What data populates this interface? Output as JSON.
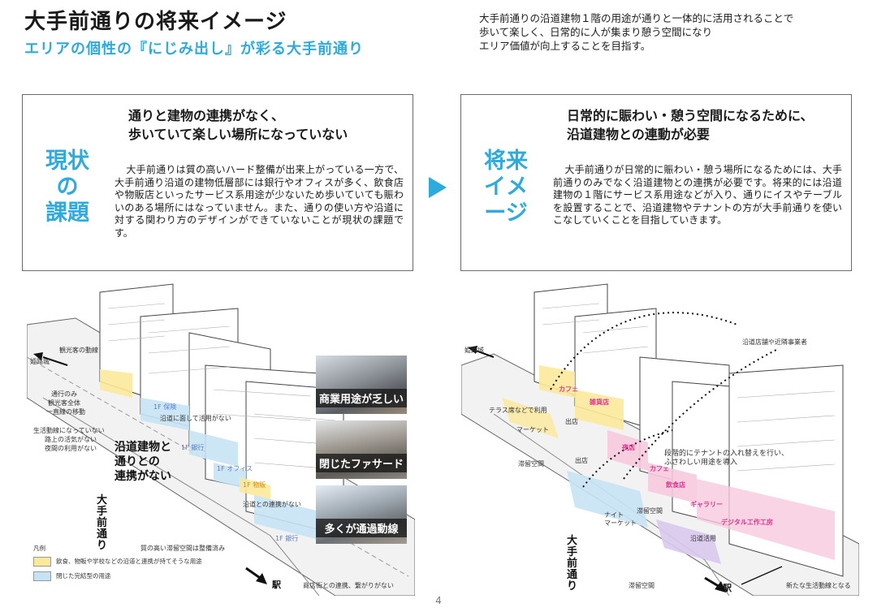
{
  "header": {
    "title": "大手前通りの将来イメージ",
    "subtitle": "エリアの個性の『にじみ出し』が彩る大手前通り",
    "intro_lines": [
      "大手前通りの沿道建物１階の用途が通りと一体的に活用されることで",
      "歩いて楽しく、日常的に人が集まり憩う空間になり",
      "エリア価値が向上することを目指す。"
    ]
  },
  "current": {
    "label_lines": [
      "現状",
      "の",
      "課題"
    ],
    "heading_lines": [
      "通りと建物の連携がなく、",
      "歩いていて楽しい場所になっていない"
    ],
    "body": "大手前通りは質の高いハード整備が出来上がっている一方で、大手前通り沿道の建物低層部には銀行やオフィスが多く、飲食店や物販店といったサービス系用途が少ないため歩いていても賑わいのある場所にはなっていません。また、通りの使い方や沿道に対する関わり方のデザインができていないことが現状の課題です。"
  },
  "future": {
    "label_lines": [
      "将来",
      "イメ",
      "ージ"
    ],
    "heading_lines": [
      "日常的に賑わい・憩う空間になるために、",
      "沿道建物との連動が必要"
    ],
    "body": "大手前通りが日常的に賑わい・憩う場所になるためには、大手前通りのみでなく沿道建物との連携が必要です。将来的には沿道建物の１階にサービス系用途などが入り、通りにイスやテーブルを設置することで、沿道建物やテナントの方が大手前通りを使いこなしていくことを目指していきます。"
  },
  "left_sketch": {
    "labels": {
      "himeji": "姫路城",
      "tourist_flow": "観光客の動線",
      "only_passing": "通行のみ",
      "tourists_all": "観光客全体",
      "one_way": "一直線の移動",
      "no_life_flow": "生活動線になっていない",
      "no_pleasure": "路上の活気がない",
      "no_night": "夜間の利用がない",
      "main_callout": "沿道建物と\n通りとの\n連携がない",
      "street_name": "大\n手\n前\n通\nり",
      "f1_insurance": "1F 保険",
      "no_relation": "沿道に面して活用がない",
      "f1_bank_a": "1F 銀行",
      "f1_office": "1F オフィス",
      "f1_shop": "1F 物販",
      "no_connection": "沿道との連携がない",
      "f1_bank_b": "1F 銀行",
      "stay_space": "質の高い滞留空間は整備済み",
      "station": "駅",
      "shopping_street": "商店街との連携、繋がりがない"
    },
    "photos": [
      {
        "caption": "商業用途が乏しい"
      },
      {
        "caption": "閉じたファサード"
      },
      {
        "caption": "多くが通過動線"
      }
    ],
    "legend": {
      "title": "凡例",
      "yellow": "飲食、物販や学校などの沿道と連携が持てそうな用途",
      "blue": "閉じた完結型の用途"
    }
  },
  "right_sketch": {
    "labels": {
      "himeji": "姫路城",
      "vendors": "沿道店舗や近隣事業者",
      "cafe_a": "カフェ",
      "open_air": "テラス席などで利用",
      "market_a": "マーケット",
      "yomise": "夜店",
      "shared_space": "滞留空間",
      "night_market": "ナイト\nマーケット",
      "exit_a": "出店",
      "exit_b": "出店",
      "zakka": "雑貨店",
      "cafe_b": "カフェ",
      "restaurant": "飲食店",
      "gallery": "ギャラリー",
      "digital": "デジタル工作工房",
      "tenant_note": "段階的にテナントの入れ替えを行い、\nふさわしい用途を導入",
      "stay_area": "滞留空間",
      "roadside": "沿道活用",
      "street_name": "大\n手\n前\n通\nり",
      "stay_bottom": "滞留空間",
      "station": "駅",
      "new_node": "新たな生活動線となる"
    }
  },
  "colors": {
    "accent": "#2eaadc",
    "yellow": "#fbe99a",
    "blue": "#c6e3f5",
    "pink": "#f7c9de",
    "purple": "#d9c8ec"
  },
  "page_number": "4"
}
